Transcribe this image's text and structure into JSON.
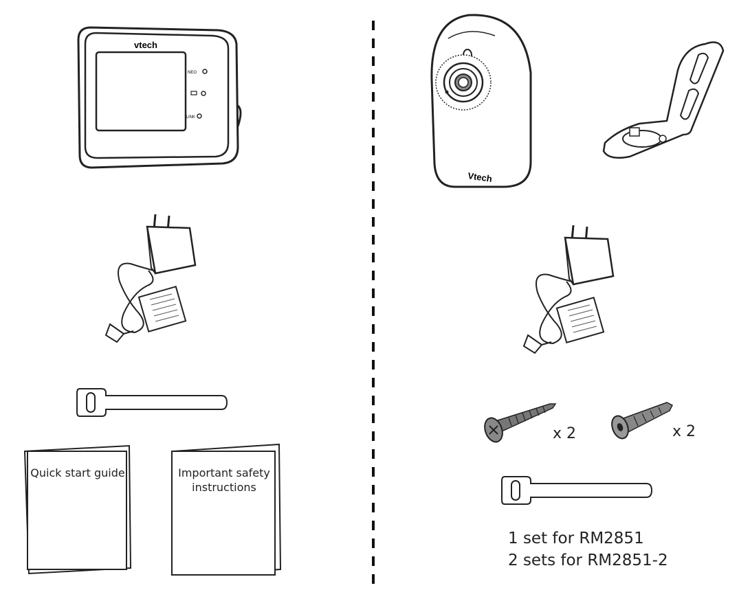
{
  "monitor": {
    "brand": "vtech",
    "led_labels": [
      "NEO",
      "",
      "LINK"
    ]
  },
  "camera": {
    "brand": "Vtech"
  },
  "booklets": {
    "quick_start": "Quick start  guide",
    "safety_line1": "Important safety",
    "safety_line2": "instructions"
  },
  "quantities": {
    "screws": "x 2",
    "anchors": "x 2"
  },
  "caption": {
    "line1": "1 set for RM2851",
    "line2": "2 sets for RM2851-2"
  }
}
